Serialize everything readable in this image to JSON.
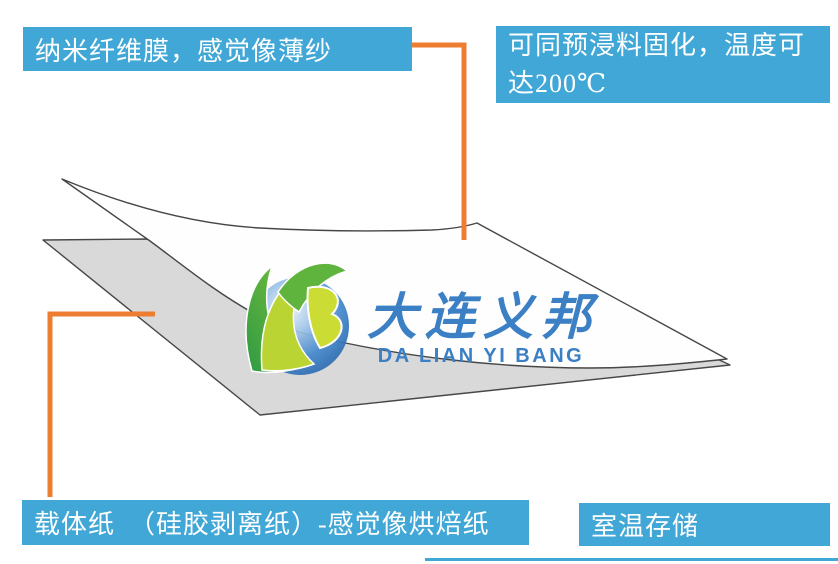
{
  "callouts": {
    "membrane": "纳米纤维膜，感觉像薄纱",
    "cure": "可同预浸料固化，温度可达200℃",
    "carrier": "载体纸　（硅胶剥离纸）-感觉像烘焙纸",
    "storage": "室温存储"
  },
  "logo": {
    "name_cn": "大连义邦",
    "name_en": "DA LIAN YI BANG"
  },
  "diagram": {
    "top_sheet": "nanofiber membrane (white, lifted corner)",
    "bottom_sheet": "carrier release paper (gray)"
  },
  "colors": {
    "callout_bg": "#41a7d6",
    "callout_text": "#ffffff",
    "connector": "#ed7d31",
    "carrier_fill": "#d9d9d9",
    "sheet_outline": "#474747",
    "membrane_fill": "#fefefe",
    "logo_blue": "#3b7fc4",
    "logo_green": "#46a63c",
    "logo_yellow_green": "#b9d433"
  }
}
